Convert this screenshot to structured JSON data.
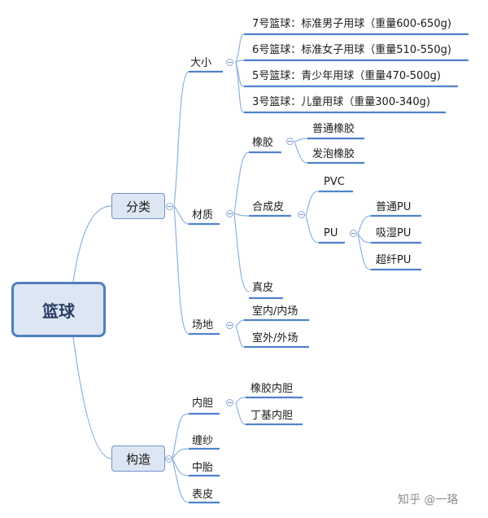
{
  "root": "篮球",
  "branches": {
    "classification": {
      "label": "分类",
      "size": {
        "label": "大小",
        "items": [
          "7号篮球：标准男子用球（重量600-650g)",
          "6号篮球：标准女子用球（重量510-550g)",
          "5号篮球：青少年用球（重量470-500g)",
          "3号篮球：儿童用球（重量300-340g)"
        ]
      },
      "material": {
        "label": "材质",
        "rubber": {
          "label": "橡胶",
          "items": [
            "普通橡胶",
            "发泡橡胶"
          ]
        },
        "synthetic": {
          "label": "合成皮",
          "pvc": "PVC",
          "pu": {
            "label": "PU",
            "items": [
              "普通PU",
              "吸湿PU",
              "超纤PU"
            ]
          }
        },
        "genuine": "真皮"
      },
      "venue": {
        "label": "场地",
        "items": [
          "室内/内场",
          "室外/外场"
        ]
      }
    },
    "structure": {
      "label": "构造",
      "bladder": {
        "label": "内胆",
        "items": [
          "橡胶内胆",
          "丁基内胆"
        ]
      },
      "winding": "缠纱",
      "carcass": "中胎",
      "cover": "表皮"
    }
  },
  "watermark": "知乎 @一珞",
  "colors": {
    "line": "#5b8ad0",
    "node_fill": "#dde6f3",
    "root_border": "#4f7fc0"
  }
}
